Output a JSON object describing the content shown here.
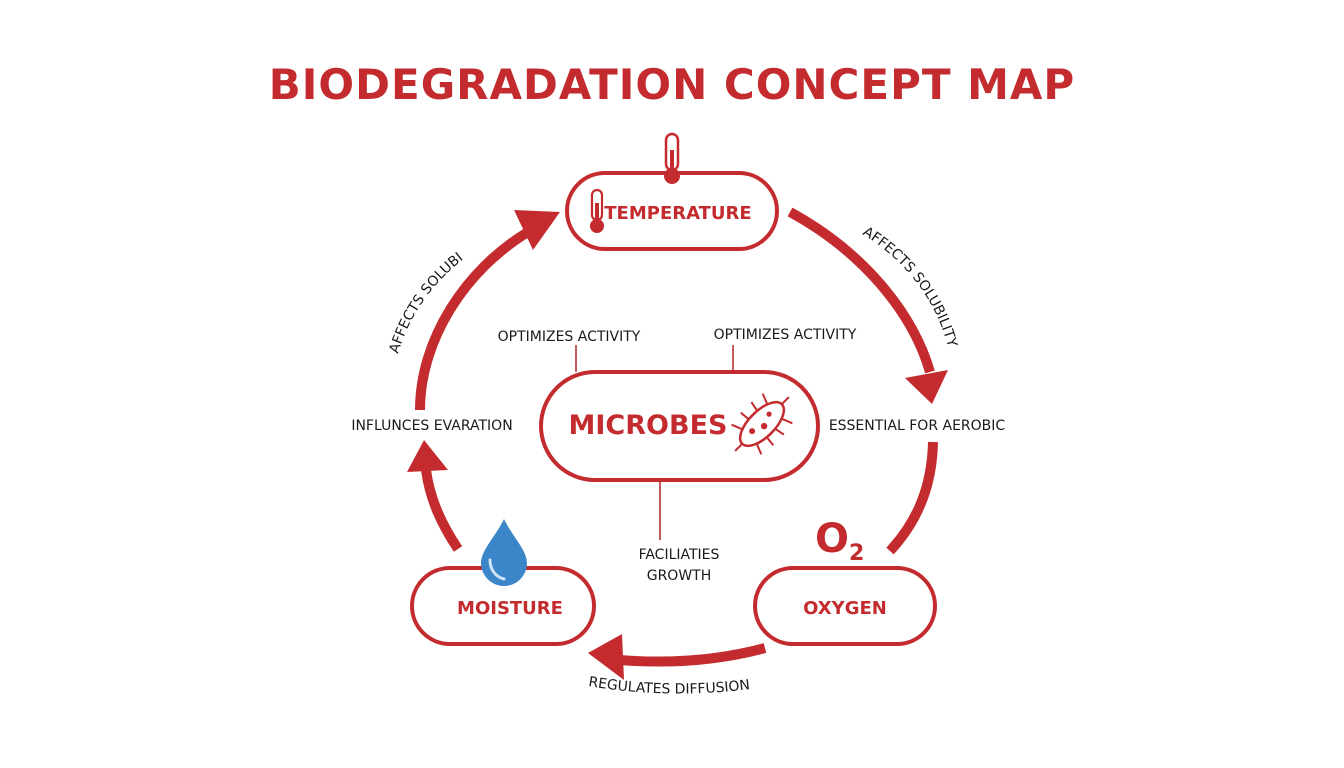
{
  "title": "BIODEGRADATION CONCEPT MAP",
  "nodes": {
    "temperature": "TEMPERATURE",
    "microbes": "MICROBES",
    "moisture": "MOISTURE",
    "oxygen": "OXYGEN"
  },
  "edges": {
    "moisture_to_temperature_upper": "AFFECTS SOLUBILITY",
    "moisture_to_temperature_lower": "INFLUNCES EVARATION",
    "temperature_to_oxygen": "AFFECTS SOLUBILITY",
    "oxygen_label": "ESSENTIAL FOR AEROBIC",
    "oxygen_to_moisture": "REGULATES DIFFUSION",
    "temp_microbes_left": "OPTIMIZES ACTIVITY",
    "temp_microbes_right": "OPTIMIZES ACTIVITY",
    "microbes_growth_line1": "FACILIATIES",
    "microbes_growth_line2": "GROWTH"
  },
  "oxygen_symbol": {
    "letter": "O",
    "subscript": "2"
  },
  "icons": [
    "thermometer-icon",
    "bacterium-icon",
    "water-drop-icon"
  ],
  "colors": {
    "primary": "#c42b2f",
    "water": "#3a86c8",
    "text": "#1a1a1a"
  }
}
